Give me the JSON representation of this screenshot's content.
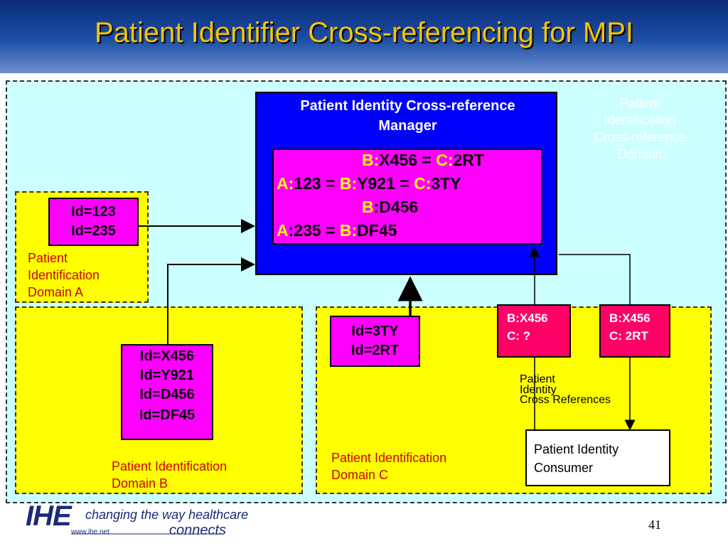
{
  "title": "Patient Identifier Cross-referencing for MPI",
  "xref_domain_label": "Patient\nIdentification\nCross-reference\nDomain",
  "manager": {
    "title": "Patient Identity Cross-reference\nManager",
    "lines": [
      {
        "a": "",
        "a_val": "",
        "b": "B:",
        "b_val": "X456 = ",
        "c": "C:",
        "c_val": "2RT"
      },
      {
        "a": "A:",
        "a_val": "123 = ",
        "b": "B:",
        "b_val": "Y921 = ",
        "c": "C:",
        "c_val": "3TY"
      },
      {
        "a": "",
        "a_val": "",
        "b": "B",
        "b_val": ":D456",
        "c": "",
        "c_val": ""
      },
      {
        "a": "A",
        "a_val": ":235 = ",
        "b": "B:",
        "b_val": "DF45",
        "c": "",
        "c_val": ""
      }
    ]
  },
  "domain_a": {
    "ids": [
      "Id=123",
      "Id=235"
    ],
    "label": "Patient\nIdentification\nDomain A"
  },
  "domain_b": {
    "ids": [
      "Id=X456",
      "Id=Y921",
      "Id=D456",
      "Id=DF45"
    ],
    "label": "Patient Identification\n Domain B"
  },
  "domain_c": {
    "ids": [
      "Id=3TY",
      "Id=2RT"
    ],
    "label": "Patient Identification\n Domain C"
  },
  "query1": [
    "B:X456",
    "C: ?"
  ],
  "query2": [
    "B:X456",
    "C: 2RT"
  ],
  "xref_caption": [
    "Patient",
    "Identity",
    "Cross References"
  ],
  "consumer": [
    "Patient Identity",
    "Consumer"
  ],
  "footer": {
    "logo": "IHE",
    "tagline": "changing the way healthcare",
    "url": "www.ihe.net",
    "connects": "connects",
    "slide_number": "41"
  }
}
